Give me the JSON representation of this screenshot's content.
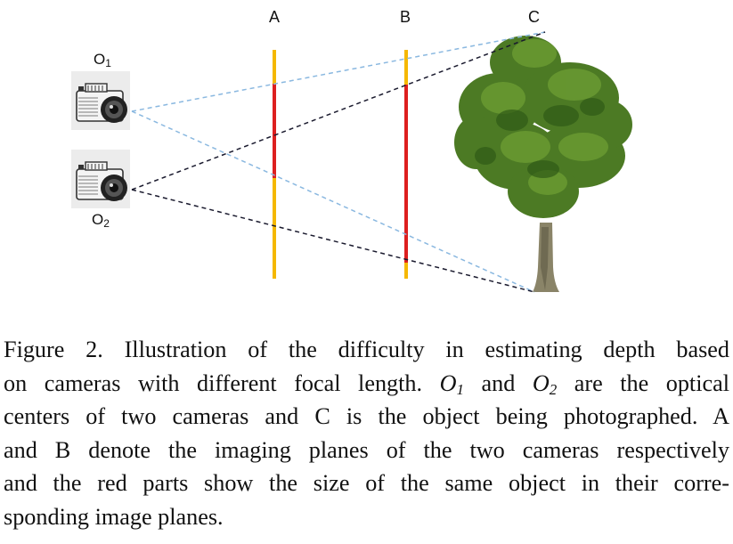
{
  "diagram": {
    "planes": [
      {
        "label": "A",
        "color": "#f5b800",
        "highlight_color": "#dd1f1f"
      },
      {
        "label": "B",
        "color": "#f5b800",
        "highlight_color": "#dd1f1f"
      }
    ],
    "object_label": "C",
    "cameras": [
      {
        "letter": "O",
        "subscript": "1",
        "ray_color": "#8ab8e0",
        "ray_style": "dashed-light"
      },
      {
        "letter": "O",
        "subscript": "2",
        "ray_color": "#1a1a2e",
        "ray_style": "dashed-dark"
      }
    ],
    "object_icon": "tree-icon",
    "camera_icon": "camera-icon"
  },
  "caption": {
    "lines": [
      [
        "Figure 2.  Illustration of the difficulty in estimating depth based"
      ],
      [
        "on cameras with different focal length. ",
        {
          "i": "O",
          "sub": "1"
        },
        " and ",
        {
          "i": "O",
          "sub": "2"
        },
        " are the optical"
      ],
      [
        "centers of two cameras and C is the object being photographed. A"
      ],
      [
        "and B denote the imaging planes of the two cameras respectively"
      ],
      [
        "and the red parts show the size of the same object in their corre-"
      ],
      [
        "sponding image planes."
      ]
    ]
  }
}
